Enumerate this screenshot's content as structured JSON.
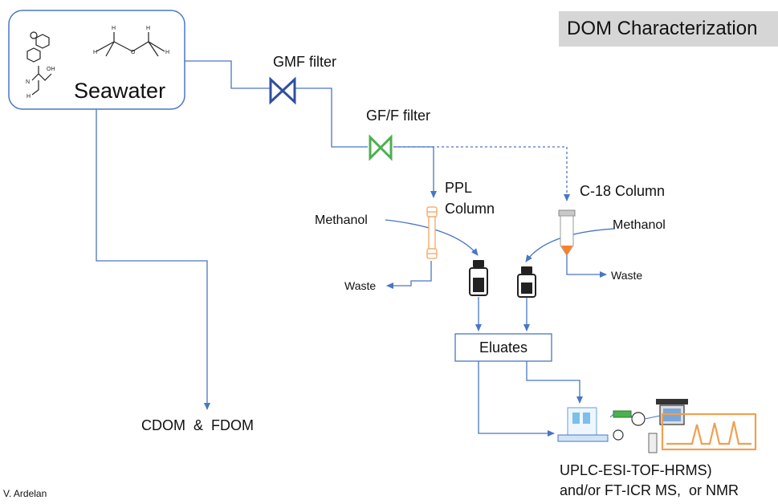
{
  "diagram": {
    "title": "DOM Characterization",
    "source": "Seawater",
    "filters": {
      "gmf": "GMF filter",
      "gff": "GF/F filter"
    },
    "columns": {
      "ppl_line1": "PPL",
      "ppl_line2": "Column",
      "c18": "C-18 Column"
    },
    "reagents": {
      "methanol_left": "Methanol",
      "methanol_right": "Methanol"
    },
    "waste": {
      "left": "Waste",
      "right": "Waste"
    },
    "eluates": "Eluates",
    "optical": "CDOM  &  FDOM",
    "output_line1": "UPLC-ESI-TOF-HRMS)",
    "output_line2": "and/or FT-ICR MS,  or NMR",
    "author": "V. Ardelan"
  },
  "colors": {
    "flow_line": "#4a76c4",
    "gmf_valve": "#2f4fa0",
    "gff_valve": "#4caf50",
    "ppl_column": "#f4a460",
    "c18_tip": "#ff7f27",
    "instrument_frame": "#f0a050",
    "title_bg": "#d6d6d6"
  },
  "icons": [
    "molecule-structure-icon",
    "valve-icon",
    "column-icon",
    "vial-icon",
    "lc-ms-instrument-icon"
  ]
}
